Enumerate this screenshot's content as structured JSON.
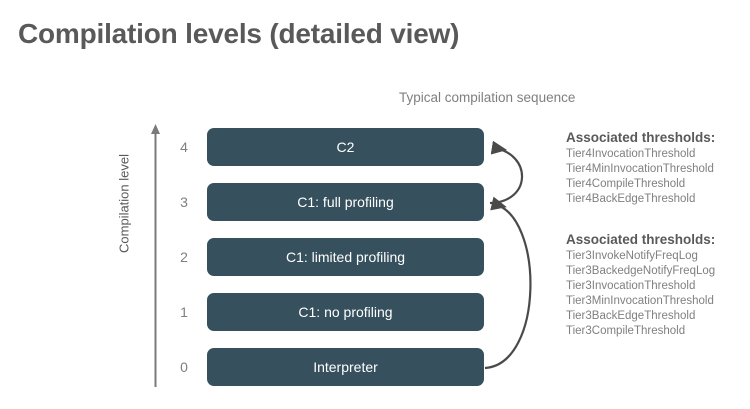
{
  "slide": {
    "title": "Compilation levels (detailed view)",
    "background_color": "#ffffff",
    "title_color": "#595959"
  },
  "chart": {
    "caption": "Typical compilation sequence",
    "axis_title": "Compilation level",
    "bar_color": "#36505d",
    "bar_text_color": "#ffffff",
    "arrow_color": "#4a4a4a",
    "levels": [
      {
        "tick": "4",
        "label": "C2"
      },
      {
        "tick": "3",
        "label": "C1: full profiling"
      },
      {
        "tick": "2",
        "label": "C1: limited profiling"
      },
      {
        "tick": "1",
        "label": "C1: no profiling"
      },
      {
        "tick": "0",
        "label": "Interpreter"
      }
    ]
  },
  "chart_data": {
    "type": "bar",
    "title": "Compilation levels (detailed view)",
    "subtitle": "Typical compilation sequence",
    "orientation": "horizontal",
    "categories": [
      "0",
      "1",
      "2",
      "3",
      "4"
    ],
    "category_labels": [
      "Interpreter",
      "C1: no profiling",
      "C1: limited profiling",
      "C1: full profiling",
      "C2"
    ],
    "values": [
      1,
      1,
      1,
      1,
      1
    ],
    "xlabel": "",
    "ylabel": "Compilation level",
    "ylim": [
      0,
      4
    ],
    "grid": false,
    "legend": "none",
    "annotations": [
      {
        "text": "Typical compilation sequence",
        "kind": "caption"
      },
      {
        "text": "Associated thresholds:",
        "kind": "panel-heading",
        "target_level": "4"
      },
      {
        "text": "Associated thresholds:",
        "kind": "panel-heading",
        "target_level": "3"
      }
    ],
    "flows": [
      {
        "from_level": "0",
        "to_level": "3",
        "style": "curved-arrow"
      },
      {
        "from_level": "3",
        "to_level": "4",
        "style": "curved-arrow"
      }
    ]
  },
  "threshold_groups": [
    {
      "heading": "Associated thresholds:",
      "items": [
        "Tier4InvocationThreshold",
        "Tier4MinInvocationThreshold",
        "Tier4CompileThreshold",
        "Tier4BackEdgeThreshold"
      ]
    },
    {
      "heading": "Associated thresholds:",
      "items": [
        "Tier3InvokeNotifyFreqLog",
        "Tier3BackedgeNotifyFreqLog",
        "Tier3InvocationThreshold",
        "Tier3MinInvocationThreshold",
        "Tier3BackEdgeThreshold",
        "Tier3CompileThreshold"
      ]
    }
  ]
}
